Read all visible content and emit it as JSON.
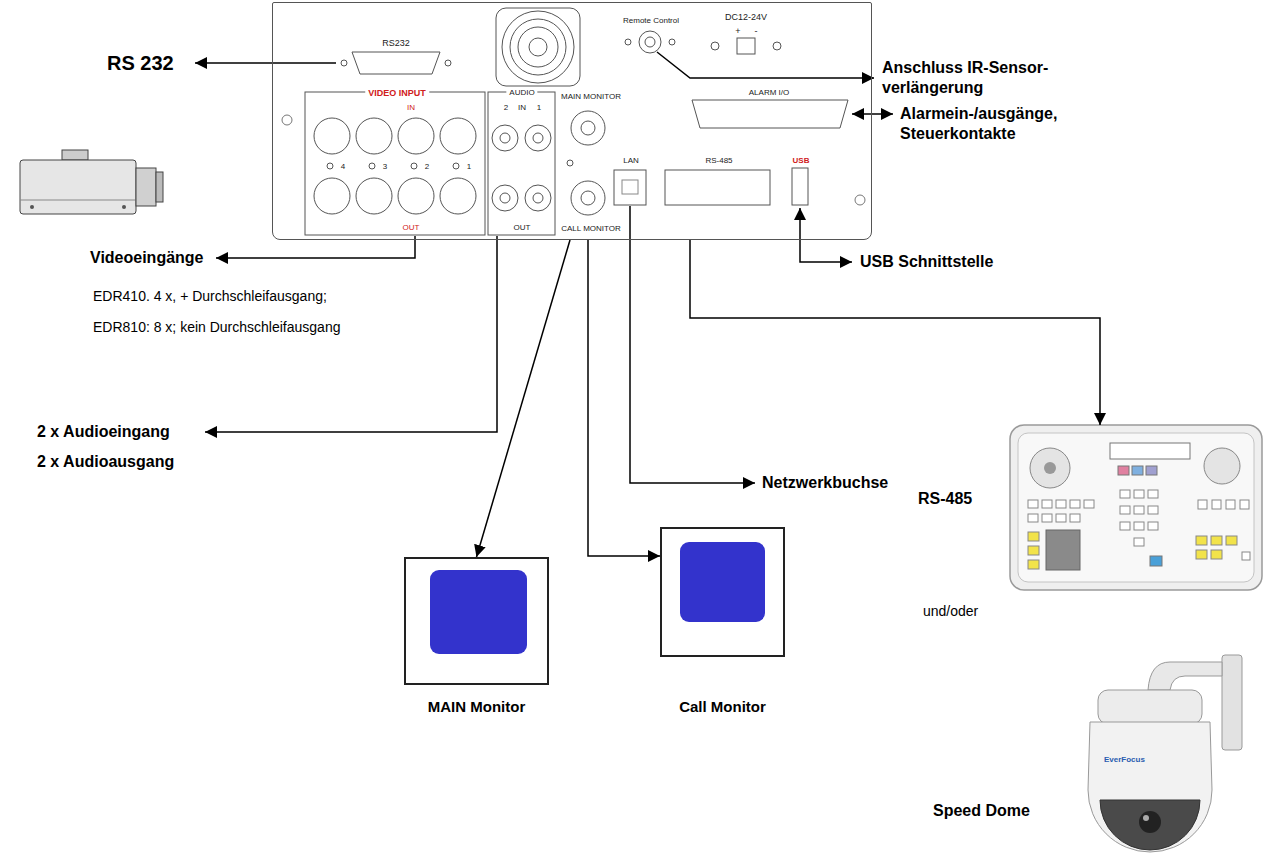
{
  "diagram": {
    "nodes": [
      {
        "text": [
          "RS232",
          "Remote Control",
          "DC12-24V",
          "+",
          "-",
          "VIDEO INPUT",
          "IN",
          "OUT",
          "4",
          "3",
          "2",
          "1",
          "AUDIO",
          "2",
          "IN",
          "1",
          "OUT",
          "MAIN MONITOR",
          "CALL MONITOR",
          "ALARM I/O",
          "LAN",
          "RS-485",
          "USB"
        ]
      },
      {
        "text": [
          "MAIN Monitor"
        ]
      },
      {
        "text": [
          "Call Monitor"
        ]
      },
      {
        "text": [
          "RS-485"
        ]
      },
      {
        "text": [
          "Speed Dome"
        ]
      }
    ],
    "edges": [
      {
        "from": 0,
        "to": 1,
        "arrow": "to"
      },
      {
        "from": 0,
        "to": 2,
        "arrow": "to"
      },
      {
        "from": 0,
        "to": 3,
        "arrow": "to"
      }
    ],
    "labels": [
      "RS 232",
      "Anschluss IR-Sensor-verlängerung",
      "Alarmein-/ausgänge, Steuerkontakte",
      "Videoeingänge",
      "EDR410. 4 x, + Durchschleifausgang;",
      "EDR810: 8 x; kein Durchschleifausgang",
      "USB Schnittstelle",
      "2 x Audioeingang",
      "2 x Audioausgang",
      "Netzwerkbuchse",
      "und/oder",
      "EverFocus"
    ]
  }
}
